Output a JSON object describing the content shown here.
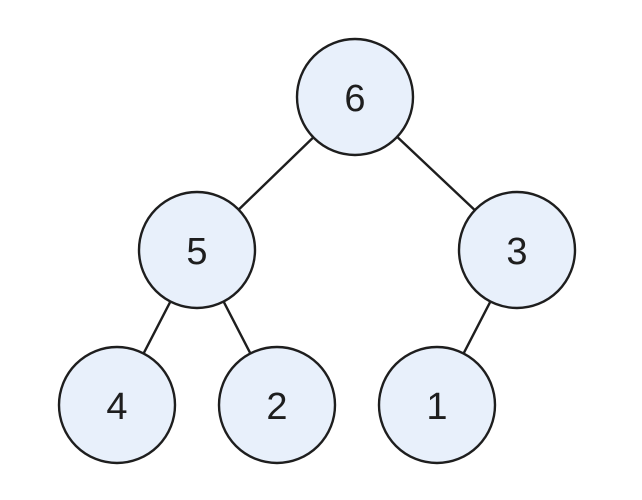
{
  "tree": {
    "type": "binary-heap",
    "colors": {
      "node_fill": "#e8f0fb",
      "stroke": "#1e1e1e",
      "text": "#1e1e1e"
    },
    "nodes": [
      {
        "id": "n6",
        "label": "6"
      },
      {
        "id": "n5",
        "label": "5"
      },
      {
        "id": "n3",
        "label": "3"
      },
      {
        "id": "n4",
        "label": "4"
      },
      {
        "id": "n2",
        "label": "2"
      },
      {
        "id": "n1",
        "label": "1"
      }
    ],
    "edges": [
      {
        "from": "n6",
        "to": "n5"
      },
      {
        "from": "n6",
        "to": "n3"
      },
      {
        "from": "n5",
        "to": "n4"
      },
      {
        "from": "n5",
        "to": "n2"
      },
      {
        "from": "n3",
        "to": "n1"
      }
    ]
  }
}
